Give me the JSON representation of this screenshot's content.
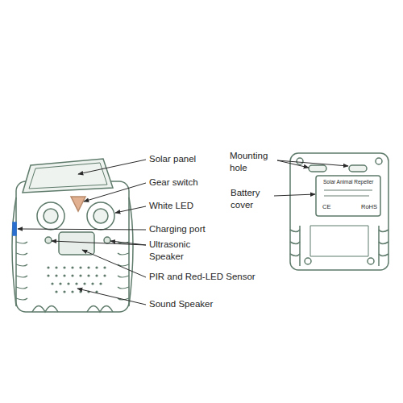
{
  "diagram": {
    "labels": [
      "Solar panel",
      "Gear switch",
      "White LED",
      "Charging port",
      "Ultrasonic Speaker",
      "PIR and Red-LED Sensor",
      "Sound Speaker",
      "Mounting hole",
      "Battery cover",
      "Solar Animal Repeller",
      "CE",
      "RoHS"
    ]
  }
}
